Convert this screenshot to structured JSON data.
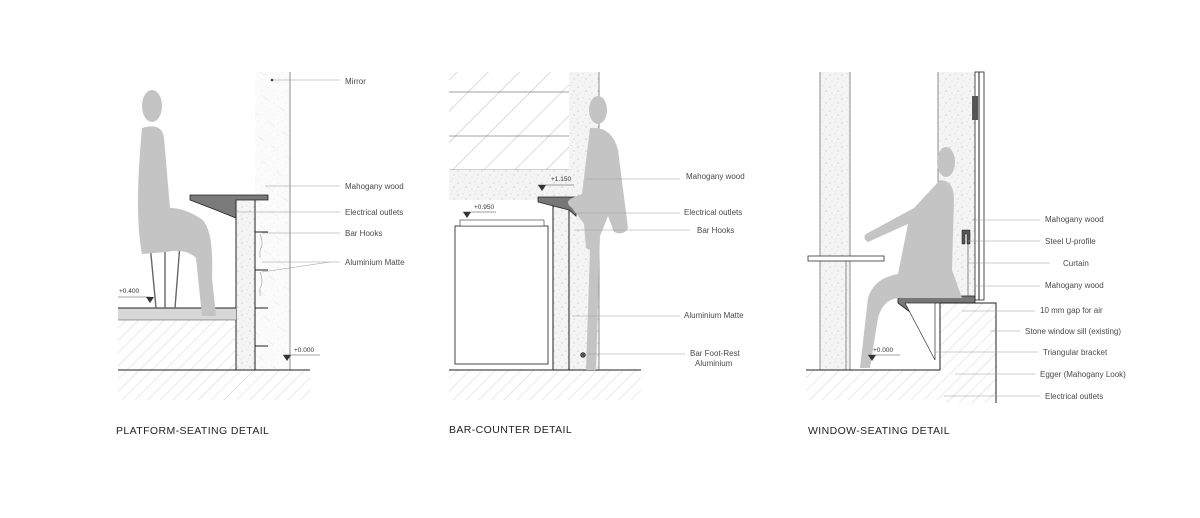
{
  "details": [
    {
      "title": "PLATFORM-SEATING DETAIL",
      "levels": [
        "+0.400",
        "+0.000"
      ],
      "labels": [
        "Mirror",
        "Mahogany wood",
        "Electrical outlets",
        "Bar Hooks",
        "Aluminium Matte"
      ]
    },
    {
      "title": "BAR-COUNTER DETAIL",
      "levels": [
        "+1.150",
        "+0.950"
      ],
      "labels": [
        "Mahogany wood",
        "Electrical outlets",
        "Bar Hooks",
        "Aluminium Matte",
        "Bar Foot-Rest",
        "Aluminium"
      ]
    },
    {
      "title": "WINDOW-SEATING DETAIL",
      "levels": [
        "+0.000"
      ],
      "labels": [
        "Mahogany wood",
        "Steel U-profile",
        "Curtain",
        "Mahogany wood",
        "10 mm gap for air",
        "Stone window sill (existing)",
        "Triangular bracket",
        "Egger (Mahogany Look)",
        "Electrical outlets"
      ]
    }
  ]
}
